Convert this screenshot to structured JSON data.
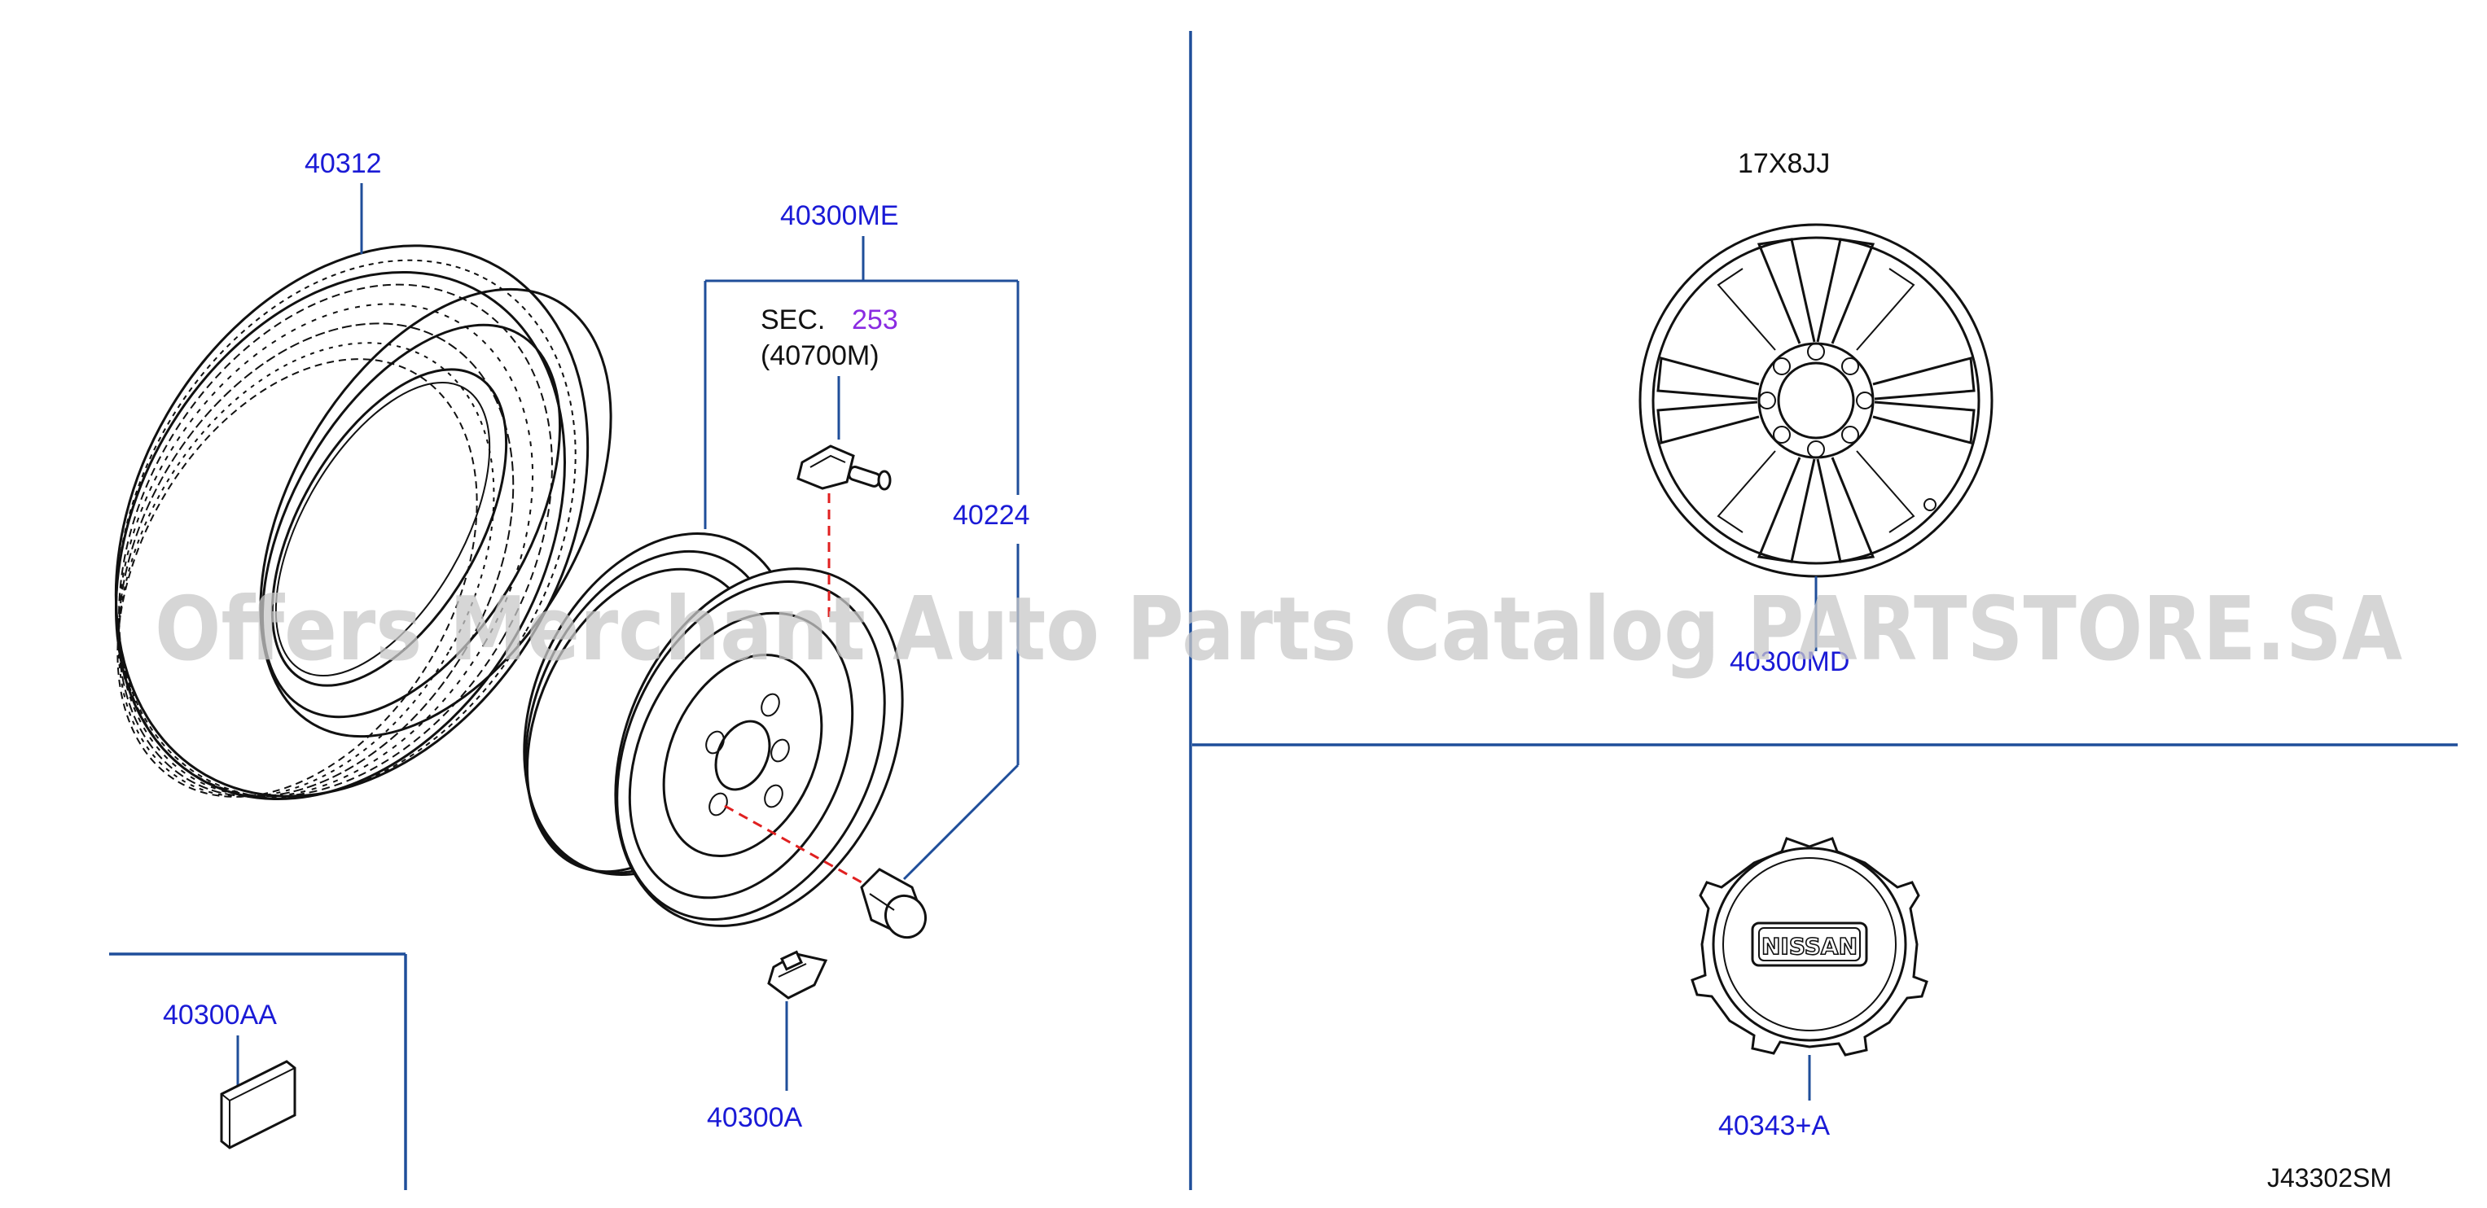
{
  "labels": {
    "tire": "40312",
    "wheel_assembly": "40300ME",
    "sec_prefix": "SEC.",
    "sec_number": "253",
    "sec_sub": "(40700M)",
    "valve_cap": "40224",
    "balance_weight_clip": "40300A",
    "balance_weight": "40300AA",
    "wheel_size": "17X8JJ",
    "alloy_wheel": "40300MD",
    "center_cap": "40343+A",
    "diagram_code": "J43302SM"
  },
  "badge": {
    "brand": "NISSAN"
  },
  "watermark": {
    "text": "Offers Merchant Auto Parts Catalog PARTSTORE.SA"
  },
  "colors": {
    "label": "#1a1ad6",
    "leader": "#1f4e9a",
    "dashed": "#e02020",
    "sec_link": "#8a2be2"
  }
}
